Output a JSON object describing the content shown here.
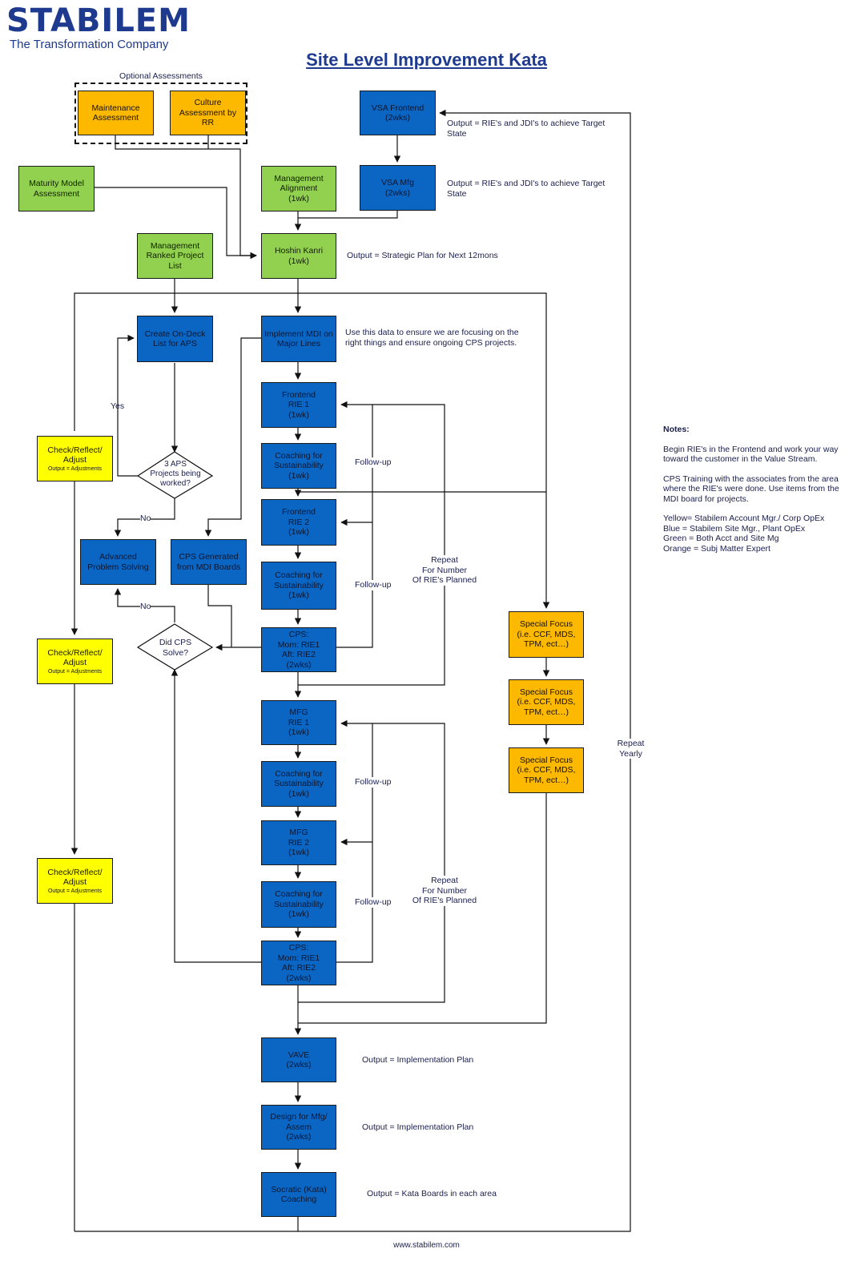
{
  "logo": {
    "word": "STABILEM",
    "tagline": "The Transformation Company"
  },
  "title": "Site Level Improvement Kata",
  "optional_assessments_label": "Optional Assessments",
  "boxes": {
    "maintenance": "Maintenance\nAssessment",
    "culture": "Culture\nAssessment by\nRR",
    "vsa_frontend": "VSA Frontend\n(2wks)",
    "vsa_mfg": "VSA Mfg\n(2wks)",
    "maturity": "Maturity Model\nAssessment",
    "mgmt_alignment": "Management\nAlignment\n(1wk)",
    "mgmt_ranked": "Management\nRanked Project\nList",
    "hoshin": "Hoshin Kanri\n(1wk)",
    "create_ondeck": "Create On-Deck\nList for APS",
    "implement_mdi": "Implement MDI on\nMajor Lines",
    "frontend_rie1": "Frontend\nRIE 1\n(1wk)",
    "coaching1": "Coaching for\nSustainability\n(1wk)",
    "frontend_rie2": "Frontend\nRIE 2\n(1wk)",
    "coaching2": "Coaching for\nSustainability\n(1wk)",
    "cps1": "CPS:\nMom: RIE1\nAft: RIE2\n(2wks)",
    "mfg_rie1": "MFG\nRIE 1\n(1wk)",
    "coaching3": "Coaching for\nSustainability\n(1wk)",
    "mfg_rie2": "MFG\nRIE 2\n(1wk)",
    "coaching4": "Coaching for\nSustainability\n(1wk)",
    "cps2": "CPS:\nMom: RIE1\nAft: RIE2\n(2wks)",
    "vave": "VAVE\n(2wks)",
    "design_mfg": "Design for Mfg/\nAssem\n(2wks)",
    "socratic": "Socratic (Kata)\nCoaching",
    "advanced_ps": "Advanced\nProblem Solving",
    "cps_generated": "CPS Generated\nfrom MDI Boards",
    "special1": "Special Focus\n(i.e. CCF, MDS,\nTPM, ect…)",
    "special2": "Special Focus\n(i.e. CCF, MDS,\nTPM, ect…)",
    "special3": "Special Focus\n(i.e. CCF, MDS,\nTPM, ect…)"
  },
  "check": {
    "main": "Check/Reflect/\nAdjust",
    "sub": "Output = Adjustments"
  },
  "decisions": {
    "aps": "3 APS\nProjects being\nworked?",
    "did_cps": "Did CPS\nSolve?"
  },
  "labels": {
    "out_vsa_frontend": "Output = RIE's and JDI's to achieve Target\nState",
    "out_vsa_mfg": "Output = RIE's and JDI's to achieve Target\nState",
    "out_hoshin": "Output = Strategic Plan for Next 12mons",
    "use_data": "Use this data to ensure we are focusing on the\nright things and ensure ongoing CPS projects.",
    "yes": "Yes",
    "no": "No",
    "followup": "Follow-up",
    "repeat_rie": "Repeat\nFor Number\nOf RIE's Planned",
    "repeat_yearly": "Repeat\nYearly",
    "out_vave": "Output = Implementation Plan",
    "out_design": "Output = Implementation Plan",
    "out_socratic": "Output = Kata Boards in each area"
  },
  "notes": {
    "heading": "Notes:",
    "p1": "Begin RIE's in the Frontend and work your way\ntoward the customer in the Value Stream.",
    "p2": "CPS Training with the associates from the area\nwhere the RIE's were done. Use items from the\nMDI board for projects.",
    "p3": "Yellow= Stabilem Account Mgr./ Corp OpEx\nBlue = Stabilem Site Mgr., Plant OpEx\nGreen = Both Acct and Site Mg\nOrange = Subj Matter Expert"
  },
  "footer": "www.stabilem.com",
  "colors": {
    "blue": "#0a66c2",
    "green": "#92d050",
    "orange": "#fcb900",
    "yellow": "#ffff00",
    "brand": "#1e3a8f"
  }
}
